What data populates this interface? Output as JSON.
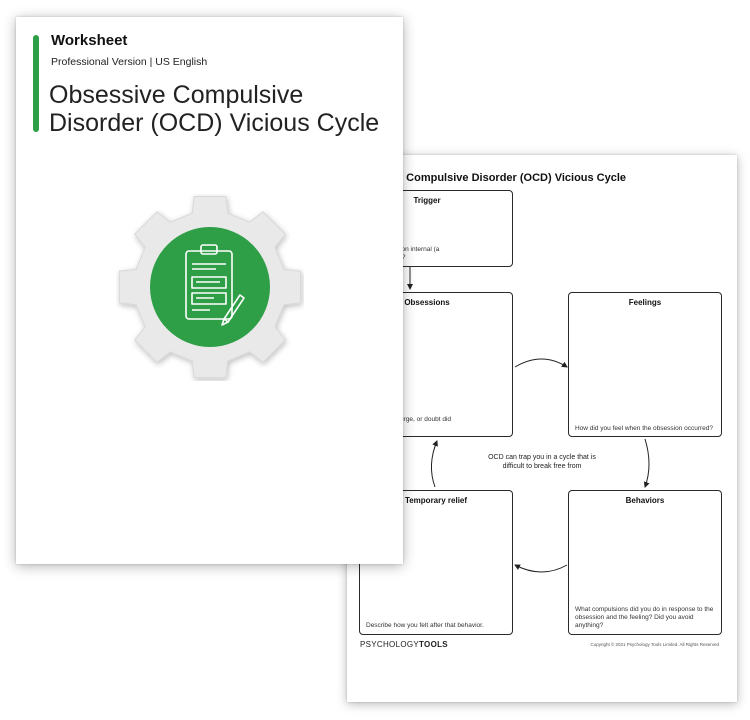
{
  "colors": {
    "accent": "#2e9e47",
    "gear": "#e9e9e9"
  },
  "cover": {
    "label": "Worksheet",
    "version": "Professional Version | US English",
    "title": "Obsessive Compulsive Disorder (OCD) Vicious Cycle",
    "icon": "clipboard-icon"
  },
  "worksheet": {
    "title": "e Compulsive Disorder (OCD) Vicious Cycle",
    "boxes": {
      "trigger": {
        "title": "Trigger",
        "prompt": "er for your obsession internal (a\n eeling) or external?"
      },
      "obsessions": {
        "title": "Obsessions",
        "prompt": "e thought, image, urge, or doubt did\nce?"
      },
      "feelings": {
        "title": "Feelings",
        "prompt": "How did you feel when the obsession occurred?"
      },
      "behaviors": {
        "title": "Behaviors",
        "prompt": "What compulsions did you do in response to the obsession and the feeling? Did you avoid anything?"
      },
      "relief": {
        "title": "Temporary relief",
        "prompt": "Describe how you felt after that behavior."
      }
    },
    "center_text": "OCD can trap you in a cycle that is difficult to break free from",
    "logo_light": "PSYCHOLOGY",
    "logo_bold": "TOOLS",
    "copyright": "Copyright © 2021 Psychology Tools Limited. All Rights Reserved"
  }
}
